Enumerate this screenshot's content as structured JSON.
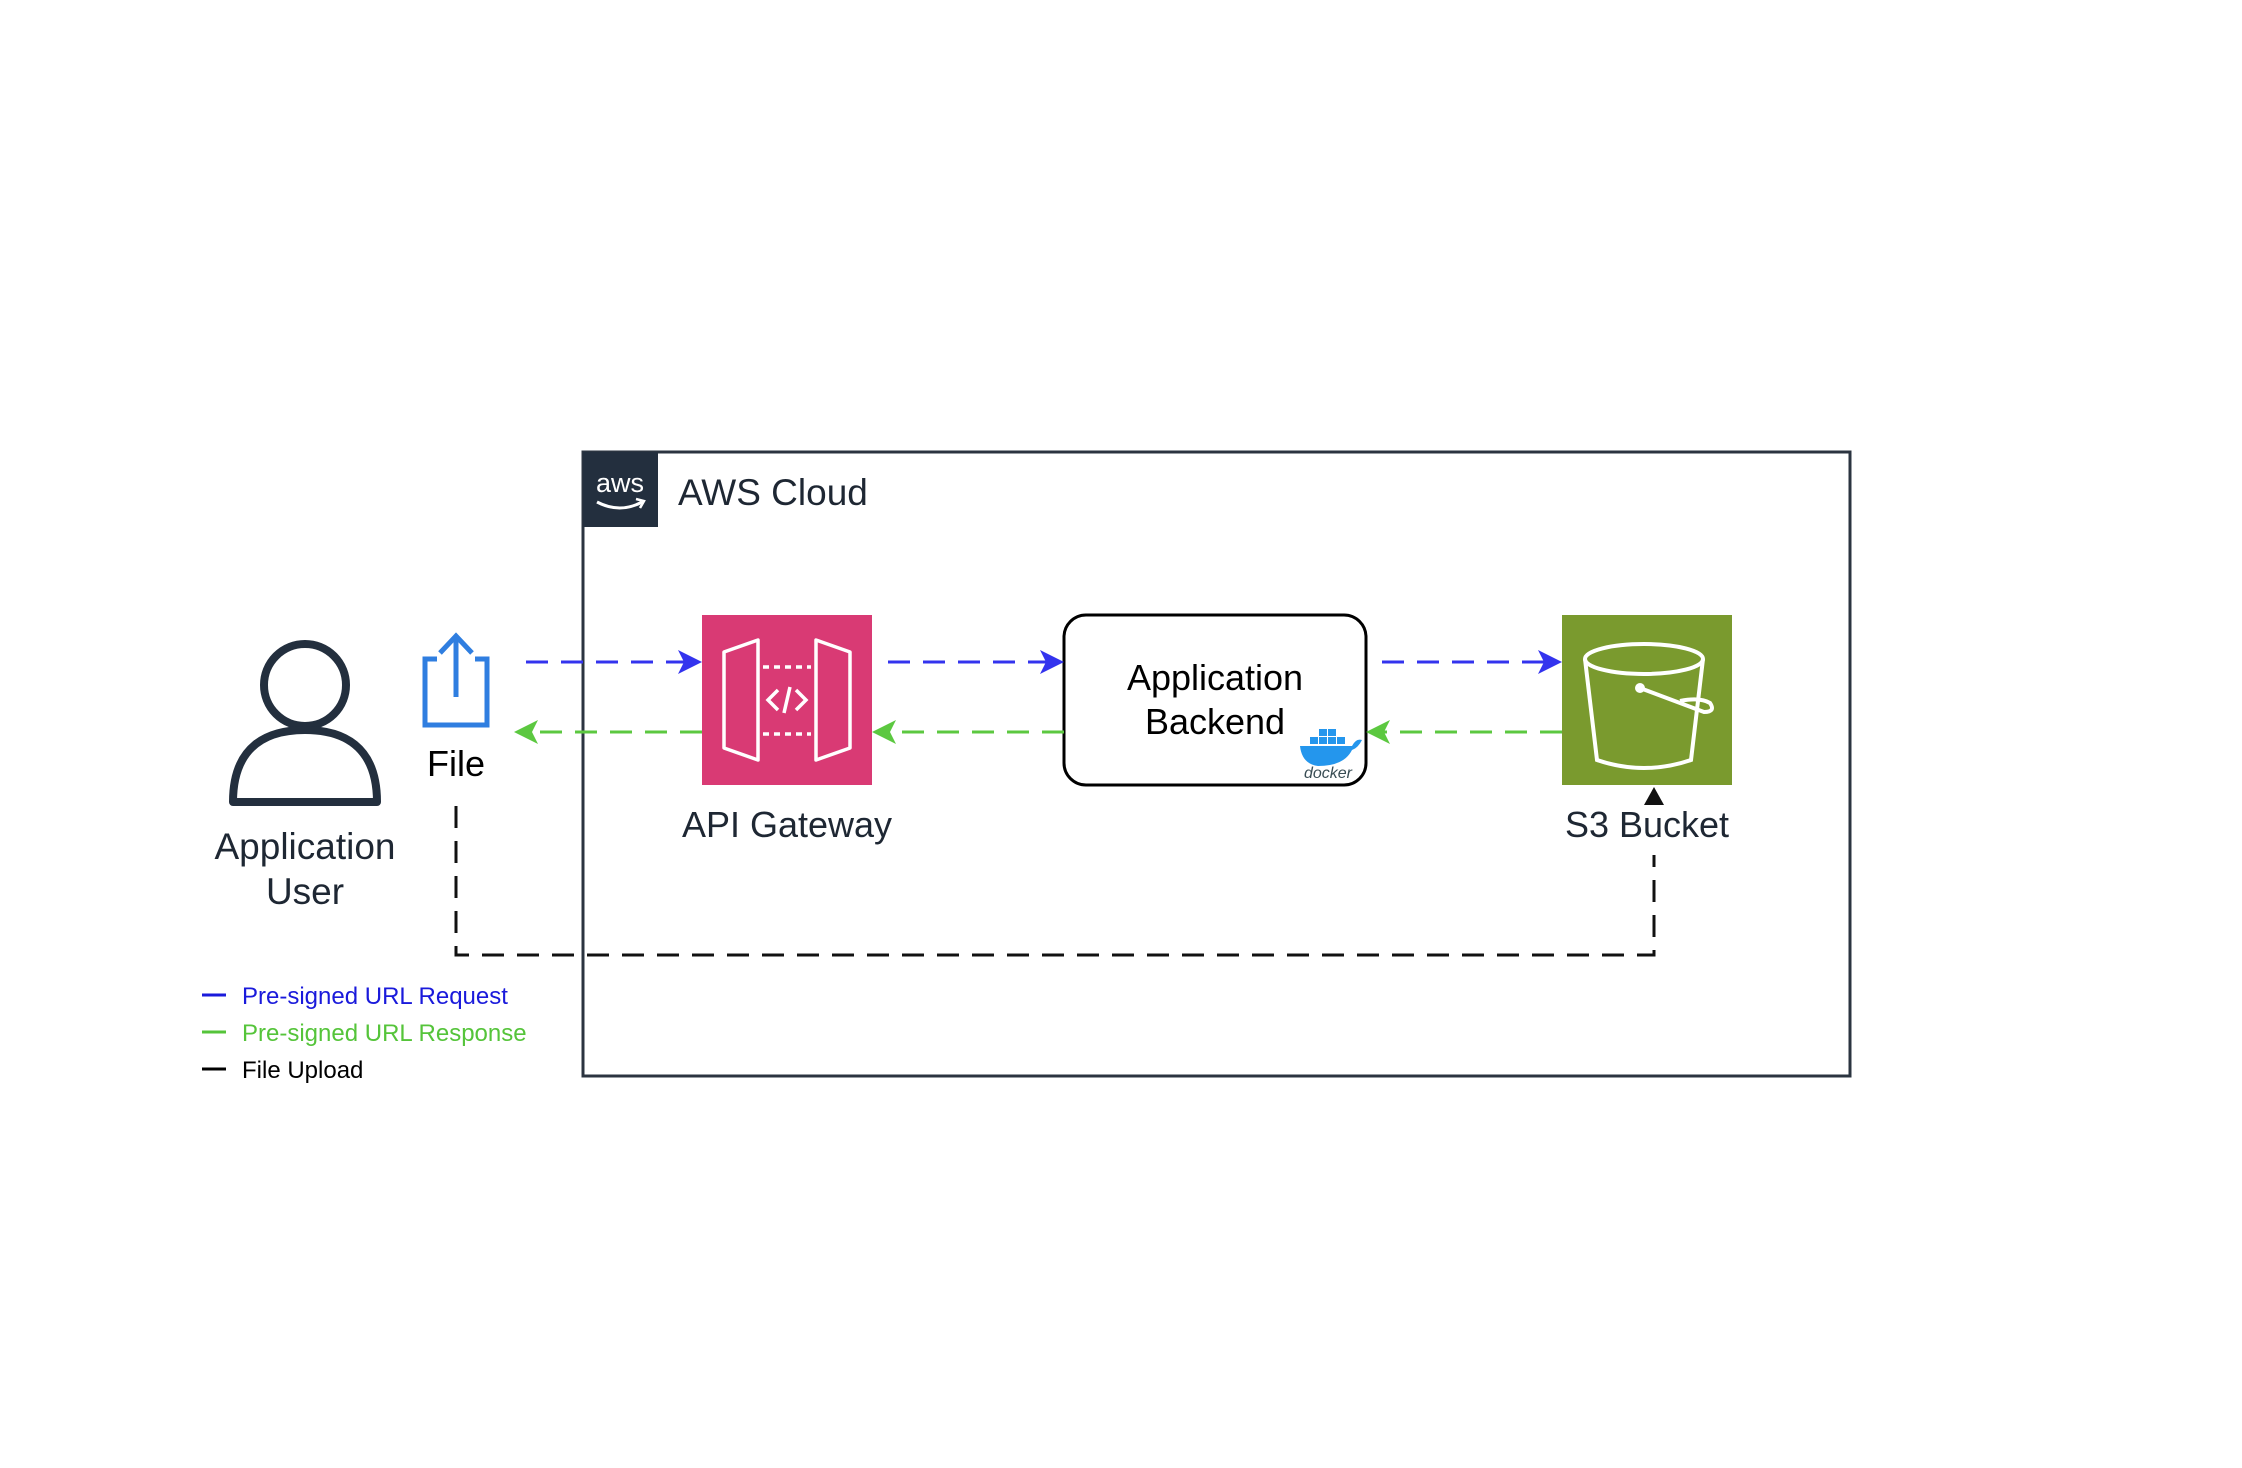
{
  "cloud": {
    "logo_text": "aws",
    "title": "AWS Cloud"
  },
  "nodes": {
    "user_line1": "Application",
    "user_line2": "User",
    "file": "File",
    "api_gateway": "API Gateway",
    "backend_line1": "Application",
    "backend_line2": "Backend",
    "docker_text": "docker",
    "s3": "S3 Bucket"
  },
  "legend": [
    {
      "label": "Pre-signed URL Request",
      "color": "#1a1adb"
    },
    {
      "label": "Pre-signed URL Response",
      "color": "#55c43a"
    },
    {
      "label": "File Upload",
      "color": "#000000"
    }
  ],
  "colors": {
    "request_arrow": "#3333ee",
    "response_arrow": "#5cc840",
    "upload_arrow": "#111111",
    "api_gateway_bg": "#d93a74",
    "s3_bg": "#7a9a2e",
    "file_icon": "#2f7ee0",
    "aws_logo_bg": "#232f3e",
    "docker_blue": "#2496ed"
  },
  "icons": {
    "user": "user-icon",
    "file": "share-upload-icon",
    "api_gateway": "api-gateway-icon",
    "docker": "docker-whale-icon",
    "s3": "s3-bucket-icon",
    "aws": "aws-logo-icon"
  }
}
